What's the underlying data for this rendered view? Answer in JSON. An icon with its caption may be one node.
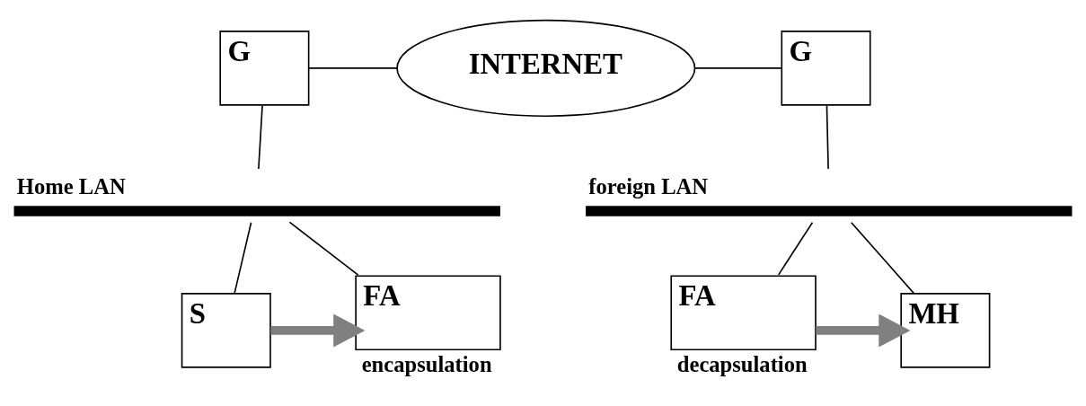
{
  "diagram": {
    "nodes": [
      {
        "text": [
          "G"
        ]
      },
      {
        "text": [
          "INTERNET"
        ]
      },
      {
        "text": [
          "G"
        ]
      },
      {
        "text": [],
        "shape": "bar",
        "beside": [
          "Home LAN"
        ]
      },
      {
        "text": [
          "S"
        ]
      },
      {
        "text": [
          "FA"
        ],
        "beside": [
          "encapsulation"
        ]
      },
      {
        "text": [],
        "shape": "bar",
        "beside": [
          "foreign LAN"
        ]
      },
      {
        "text": [
          "FA"
        ],
        "beside": [
          "decapsulation"
        ]
      },
      {
        "text": [
          "MH"
        ]
      }
    ],
    "edges": [
      {
        "from": 0,
        "to": 1,
        "arrow": "none"
      },
      {
        "from": 1,
        "to": 2,
        "arrow": "none"
      },
      {
        "from": 0,
        "to": 3,
        "arrow": "none"
      },
      {
        "from": 3,
        "to": 4,
        "arrow": "none"
      },
      {
        "from": 3,
        "to": 5,
        "arrow": "none"
      },
      {
        "from": 2,
        "to": 6,
        "arrow": "none"
      },
      {
        "from": 6,
        "to": 7,
        "arrow": "none"
      },
      {
        "from": 6,
        "to": 8,
        "arrow": "none"
      },
      {
        "from": 4,
        "to": 5,
        "arrow": "to",
        "style": "thick",
        "color": "#808080"
      },
      {
        "from": 7,
        "to": 8,
        "arrow": "to",
        "style": "thick",
        "color": "#808080"
      }
    ]
  }
}
